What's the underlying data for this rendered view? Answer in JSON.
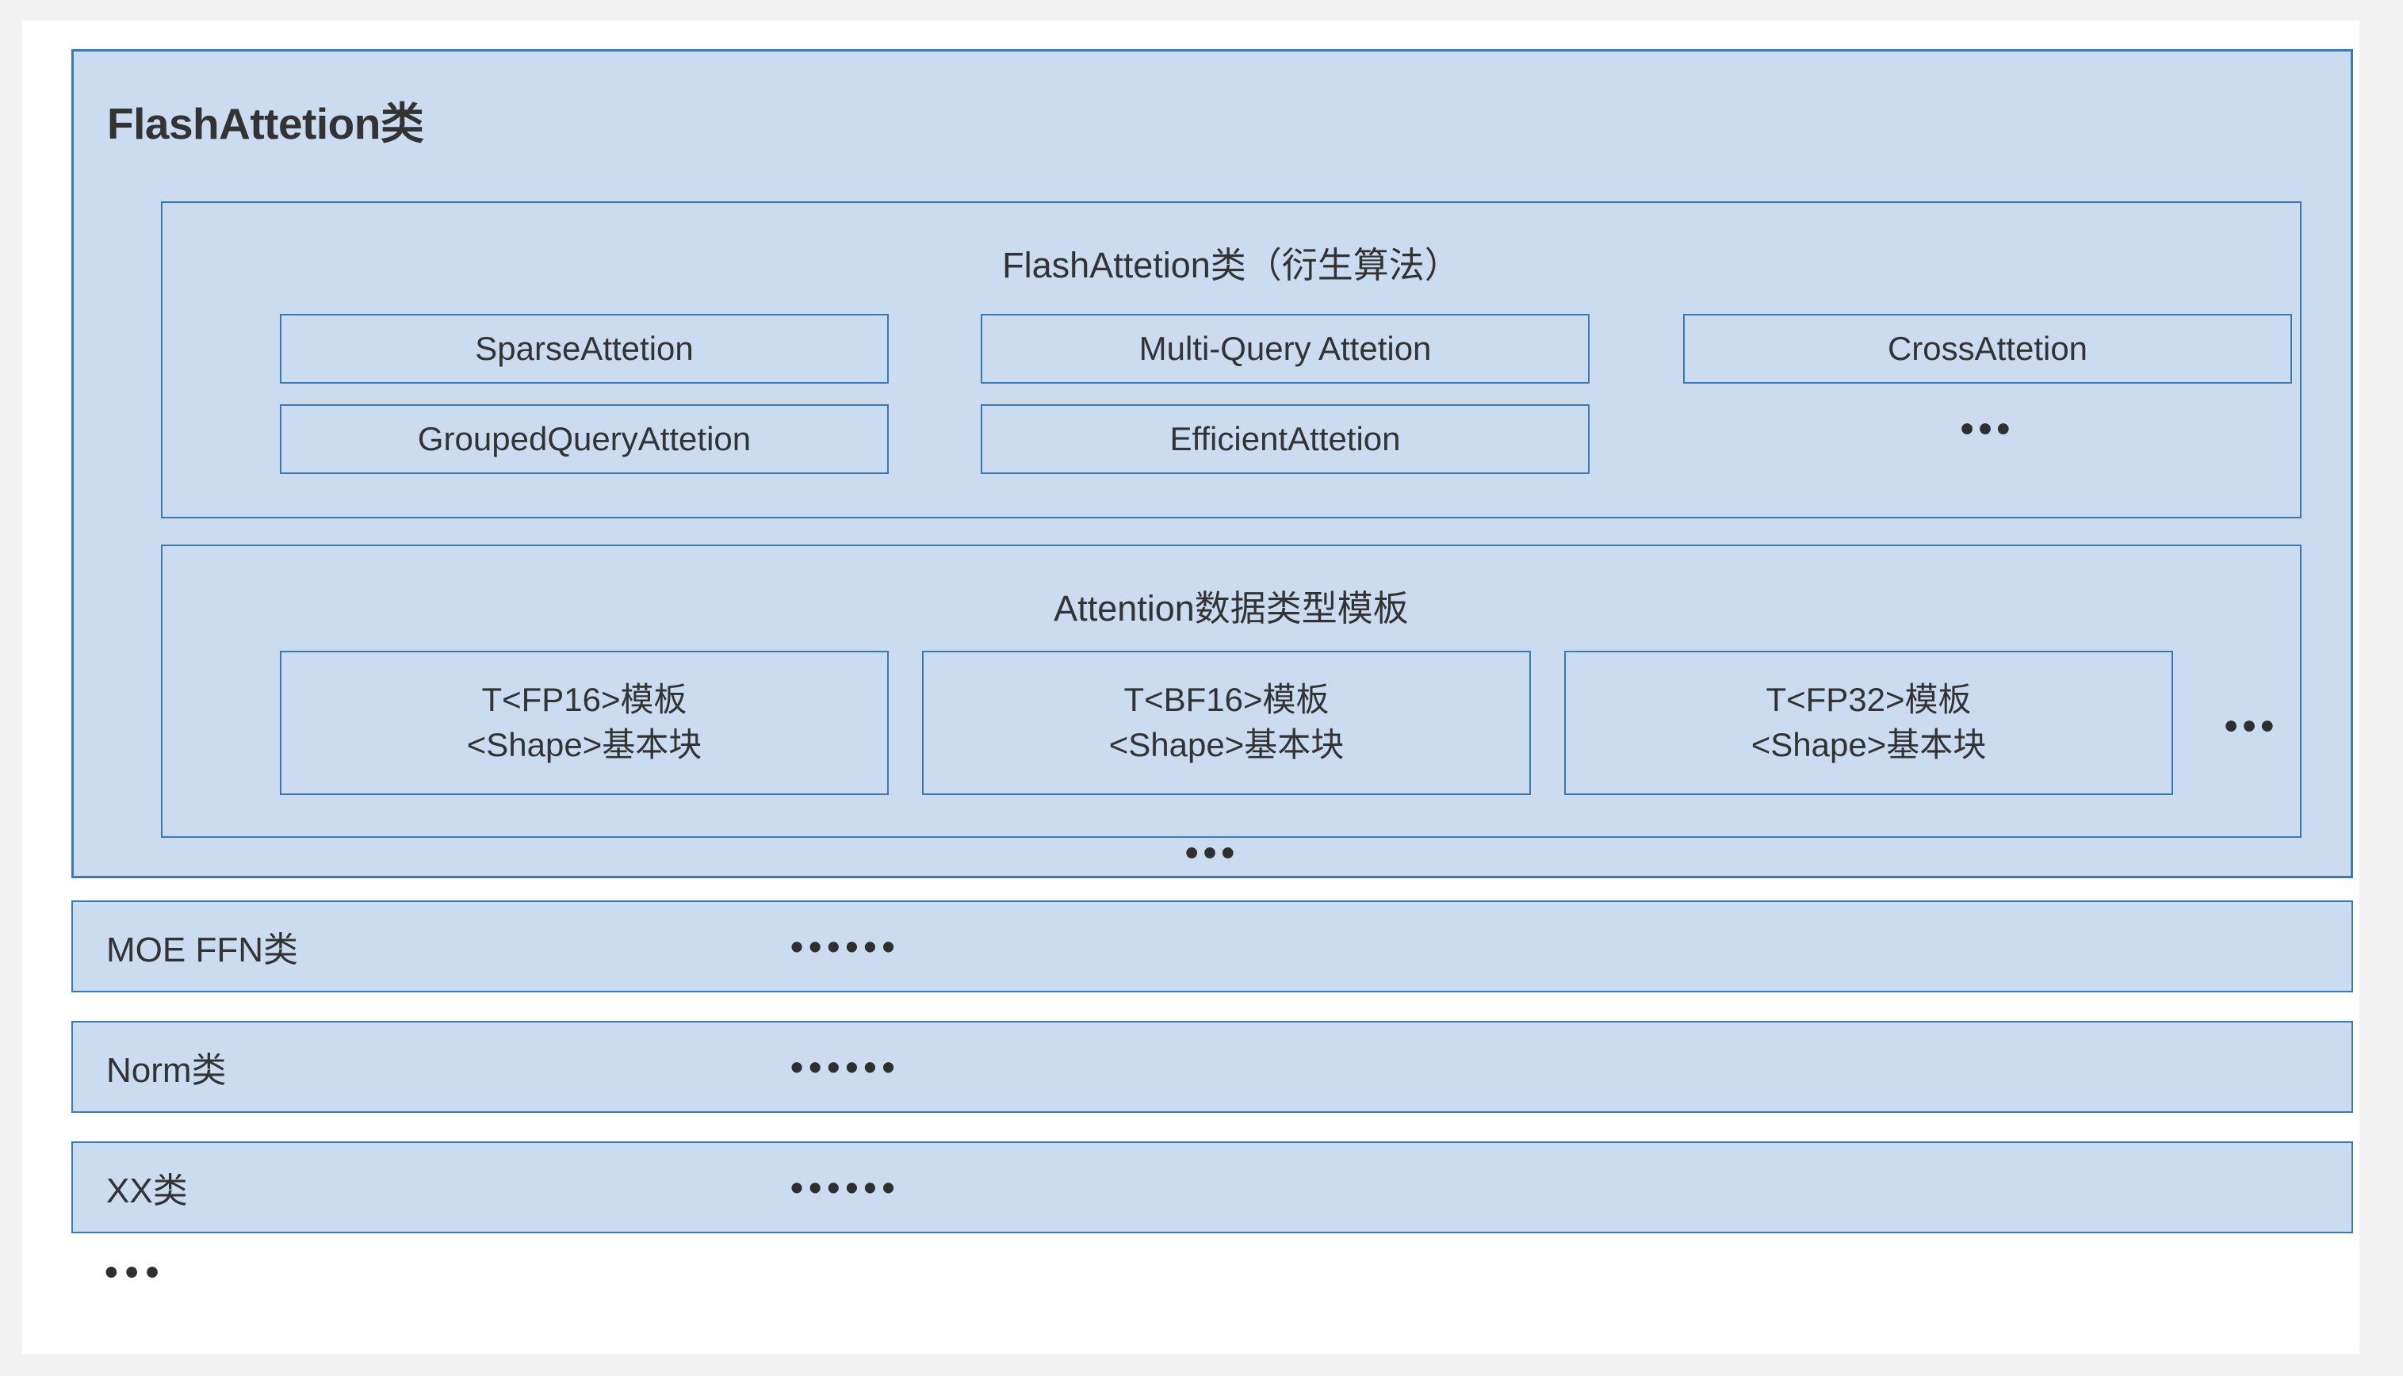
{
  "diagram": {
    "title": "FlashAttetion类",
    "colors": {
      "box_fill": "#ccdcf0",
      "box_border": "#3a79b4",
      "text": "#333333",
      "card_background": "#ffffff",
      "page_background": "#f2f2f2"
    },
    "derived_section": {
      "title": "FlashAttetion类（衍生算法）",
      "items": [
        {
          "label": "SparseAttetion",
          "column": 1,
          "row": 1
        },
        {
          "label": "Multi-Query Attetion",
          "column": 2,
          "row": 1
        },
        {
          "label": "CrossAttetion",
          "column": 3,
          "row": 1
        },
        {
          "label": "GroupedQueryAttetion",
          "column": 1,
          "row": 2
        },
        {
          "label": "EfficientAttetion",
          "column": 2,
          "row": 2
        }
      ],
      "column3_row2_ellipsis": "•••"
    },
    "datatype_section": {
      "title": "Attention数据类型模板",
      "templates": [
        {
          "line1": "T<FP16>模板",
          "line2": "<Shape>基本块"
        },
        {
          "line1": "T<BF16>模板",
          "line2": "<Shape>基本块"
        },
        {
          "line1": "T<FP32>模板",
          "line2": "<Shape>基本块"
        }
      ],
      "trailing_ellipsis": "•••"
    },
    "flash_group_ellipsis": "•••",
    "category_rows": [
      {
        "label": "MOE FFN类",
        "dots": "••••••"
      },
      {
        "label": "Norm类",
        "dots": "••••••"
      },
      {
        "label": "XX类",
        "dots": "••••••"
      }
    ],
    "bottom_ellipsis": "•••"
  }
}
